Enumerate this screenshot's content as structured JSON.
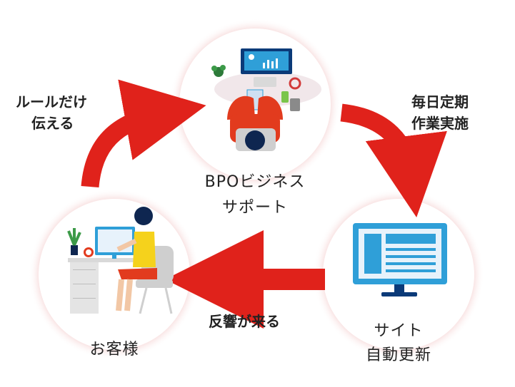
{
  "nodes": {
    "bpo": {
      "line1": "BPOビジネス",
      "line2": "サポート"
    },
    "customer": {
      "label": "お客様"
    },
    "site": {
      "line1": "サイト",
      "line2": "自動更新"
    }
  },
  "edges": {
    "customer_to_bpo": {
      "line1": "ルールだけ",
      "line2": "伝える"
    },
    "bpo_to_site": {
      "line1": "毎日定期",
      "line2": "作業実施"
    },
    "site_to_customer": {
      "label": "反響が来る"
    }
  },
  "colors": {
    "arrow": "#e0221b",
    "circle_glow": "#f6d6d6",
    "monitor_blue": "#2f9fd8",
    "monitor_dark": "#0b3a78",
    "person_hair": "#0e2650",
    "shirt_yellow": "#f5d21c",
    "pants_red": "#e23b1e"
  }
}
